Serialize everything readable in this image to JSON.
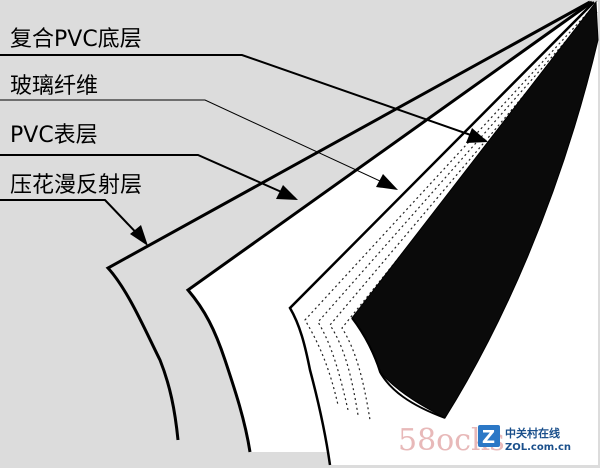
{
  "labels": {
    "pvc_base": "复合PVC底层",
    "fiberglass": "玻璃纤维",
    "pvc_surface": "PVC表层",
    "embossed_layer": "压花漫反射层"
  },
  "watermark": {
    "text": "58ocks",
    "brand_cn": "中关村在线",
    "brand_en": "ZOL.com.cn"
  },
  "colors": {
    "background": "#dcdcdc",
    "sheet_white": "#ffffff",
    "black_layer": "#0a0a0a",
    "watermark": "#e8b9b9",
    "brand_blue": "#1a4f8b"
  }
}
